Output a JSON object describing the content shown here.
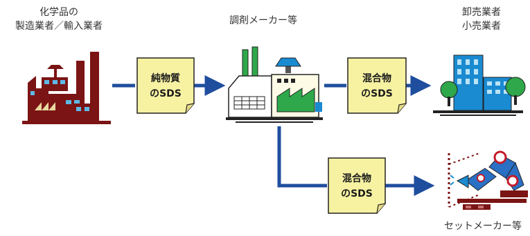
{
  "nodes": {
    "manufacturer": {
      "line1": "化学品の",
      "line2": "製造業者／輸入業者"
    },
    "formulator": {
      "label": "調剤メーカー等"
    },
    "wholesaler": {
      "line1": "卸売業者",
      "line2": "小売業者"
    },
    "set_maker": {
      "label": "セットメーカー等"
    }
  },
  "documents": {
    "pure_sds": {
      "line1": "純物質",
      "line2": "のSDS"
    },
    "mixture_sds_upper": {
      "line1": "混合物",
      "line2": "のSDS"
    },
    "mixture_sds_lower": {
      "line1": "混合物",
      "line2": "のSDS"
    }
  },
  "colors": {
    "arrow": "#1f4e9e",
    "document_fill": "#f7f2a2",
    "factory": "#7b1414",
    "chimney_green": "#2ea84a",
    "building_blue": "#1a8ad1",
    "robot_blue": "#2a70c4"
  }
}
